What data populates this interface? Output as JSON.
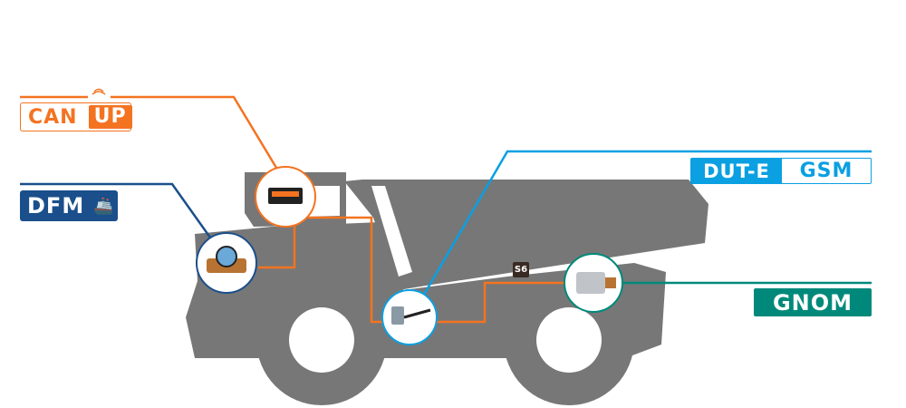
{
  "labels": {
    "can_up": {
      "left": "CAN",
      "right": "UP"
    },
    "dfm": {
      "text": "DFM",
      "icon": "ship-icon"
    },
    "dut_e": {
      "left": "DUT-E",
      "right": "GSM"
    },
    "gnom": {
      "text": "GNOM"
    },
    "s6": "S6"
  },
  "colors": {
    "can_up": "#f47321",
    "dfm": "#1a4f8b",
    "dut_e": "#0aa0e2",
    "gnom": "#00897b",
    "truck": "#777777"
  }
}
